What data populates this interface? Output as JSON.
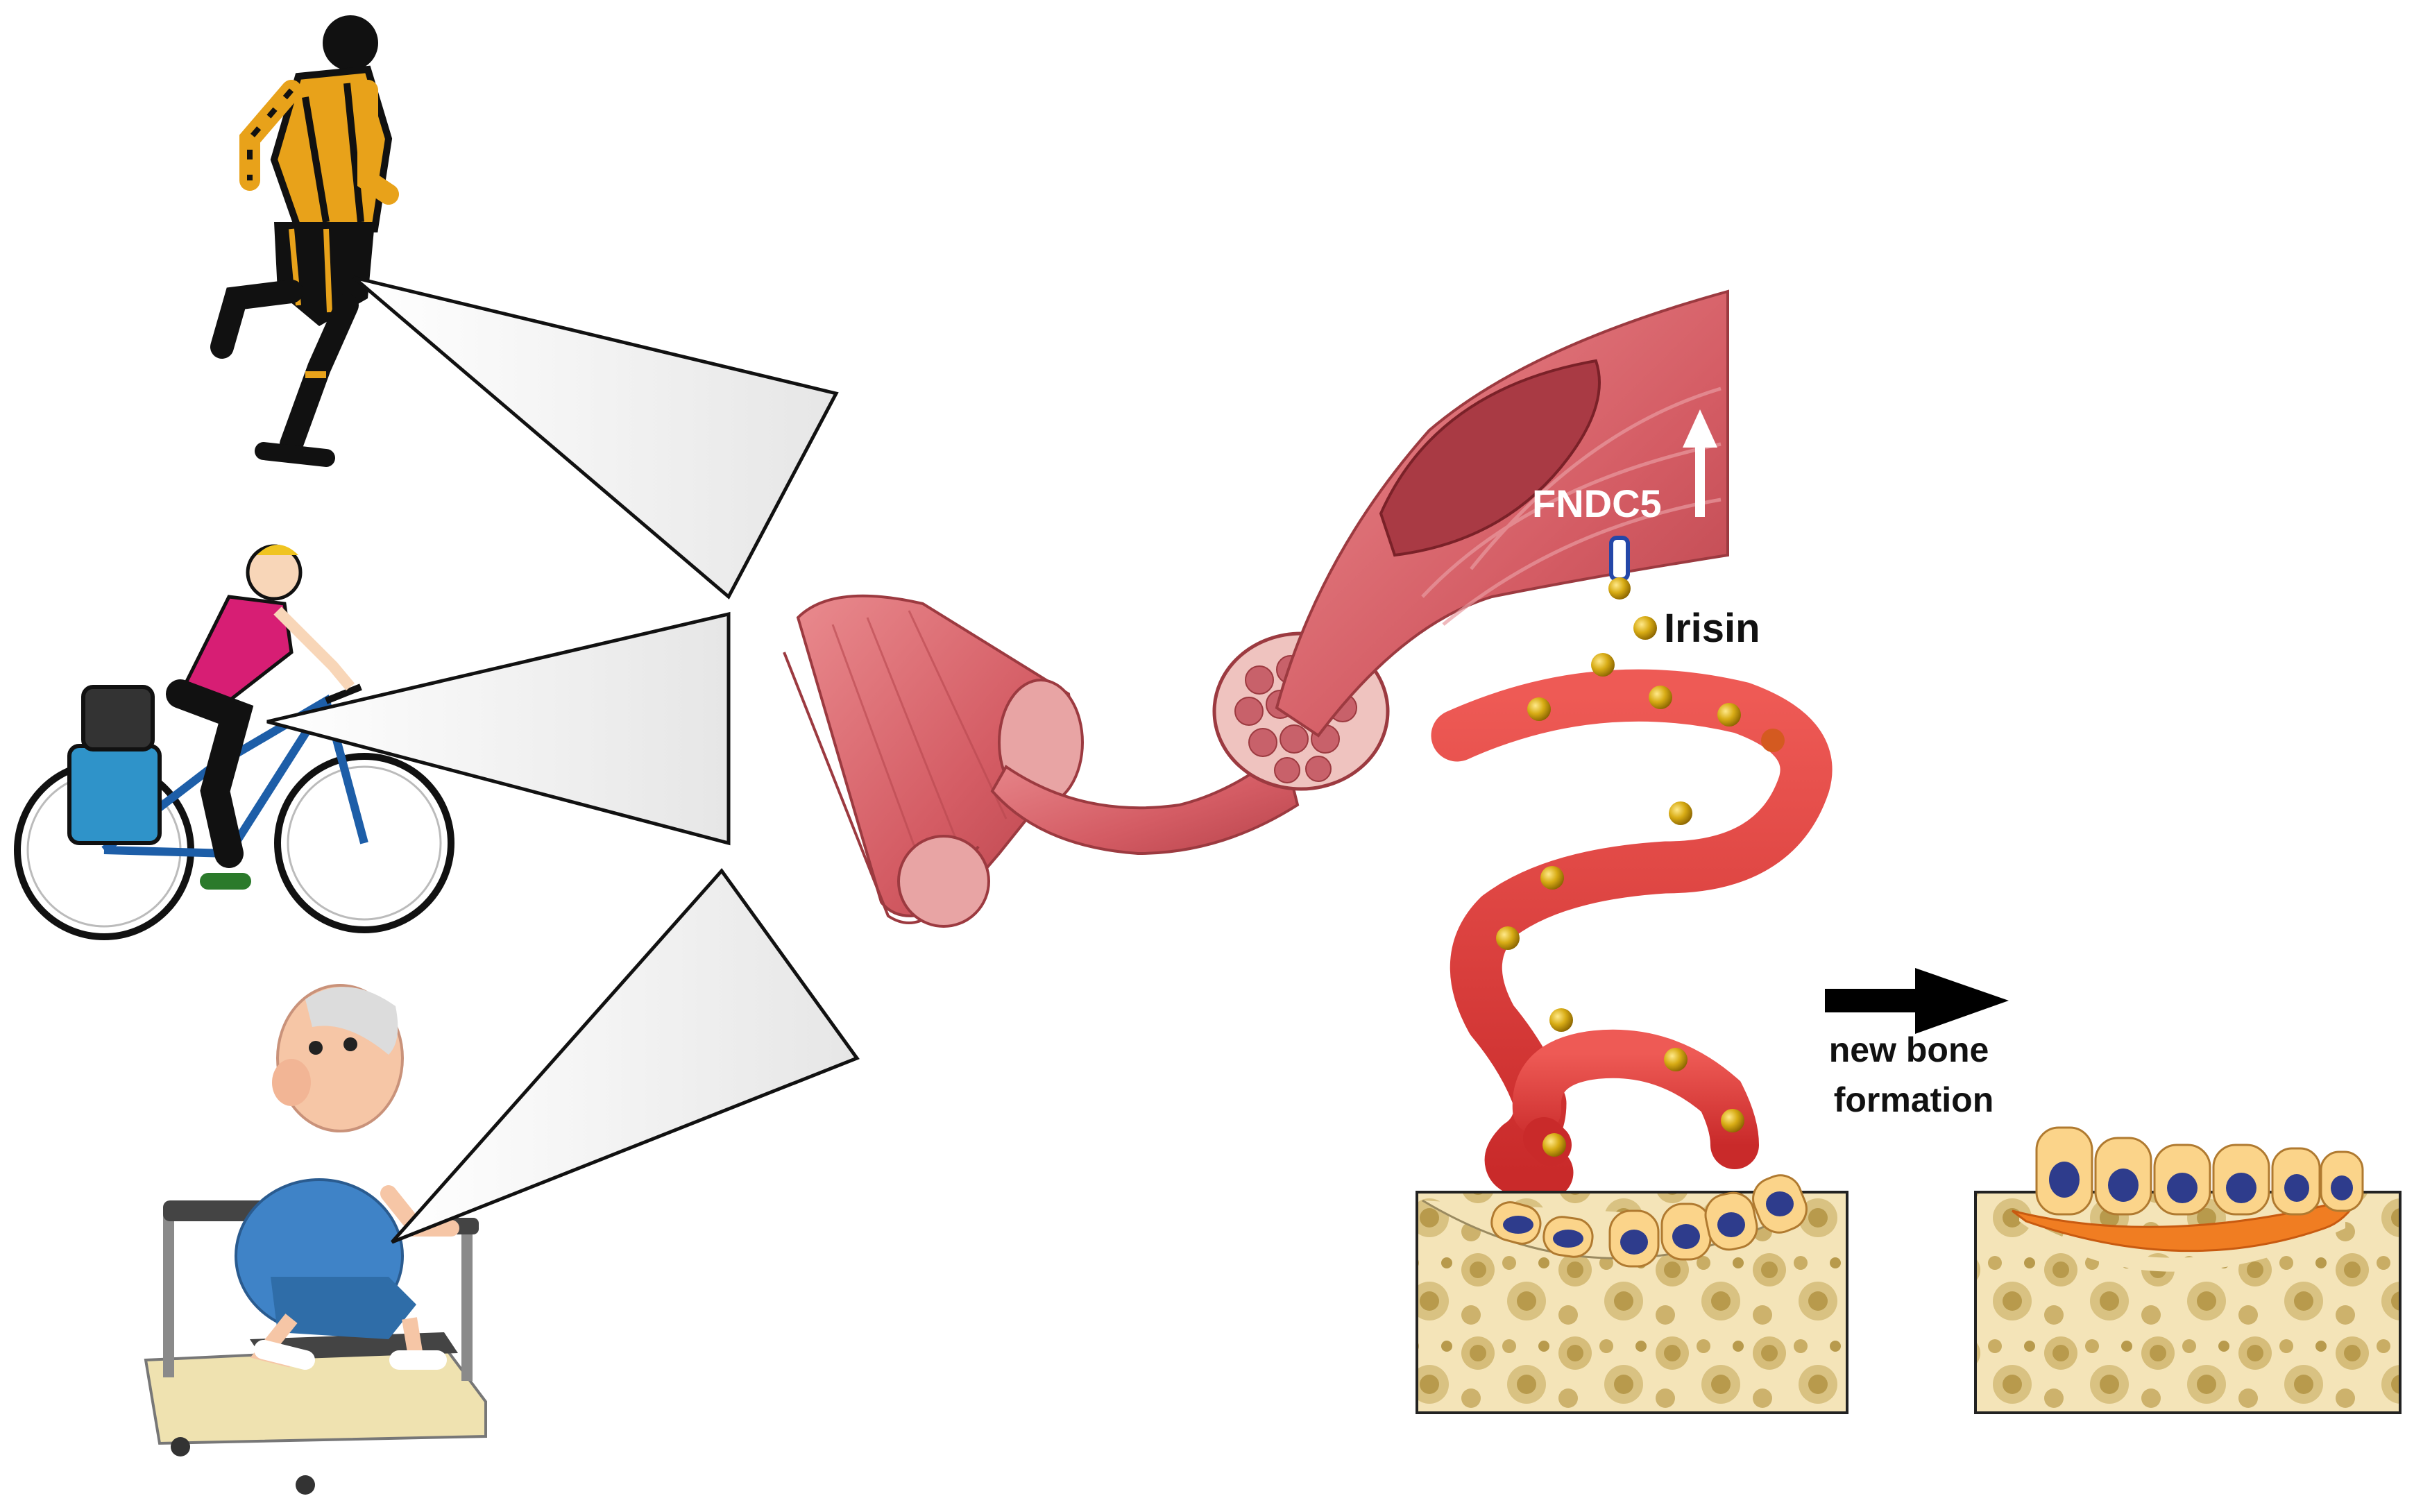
{
  "labels": {
    "fndc5": "FNDC5",
    "irisin": "Irisin",
    "new_bone_line1": "new bone",
    "new_bone_line2": "formation"
  },
  "figures": {
    "top": "runner",
    "middle": "cyclist",
    "bottom": "treadmill-walker"
  },
  "icons": {
    "up_arrow": "arrow-up-icon",
    "right_arrow": "arrow-right-icon"
  },
  "colors": {
    "muscle": "#d4636a",
    "muscle_dark": "#a8373f",
    "vessel": "#dd3b3b",
    "irisin_particle": "#c9a000",
    "bone": "#f3e3b5",
    "bone_spot": "#c8aa5e",
    "cell": "#fbd48a",
    "nucleus": "#2e3c8c",
    "new_bone_layer": "#f07d22"
  }
}
